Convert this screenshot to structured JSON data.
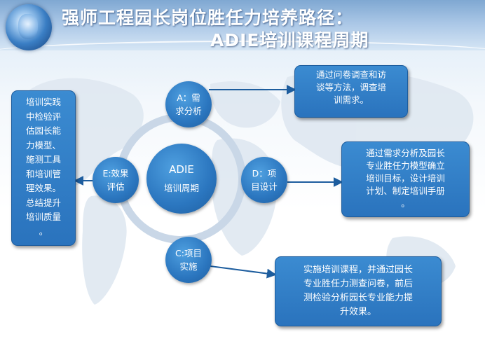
{
  "title": {
    "line1": "强师工程园长岗位胜任力培养路径：",
    "line2": "ADIE培训课程周期"
  },
  "diagram": {
    "center": {
      "line1": "ADIE",
      "line2": "培训周期"
    },
    "nodes": {
      "a": {
        "line1": "A：需",
        "line2": "求分析"
      },
      "d": {
        "line1": "D：项",
        "line2": "目设计"
      },
      "c": {
        "line1": "C:项目",
        "line2": "实施"
      },
      "e": {
        "line1": "E:效果",
        "line2": "评估"
      }
    },
    "descriptions": {
      "a": [
        "通过问卷调查和访",
        "谈等方法，调查培",
        "训需求。"
      ],
      "d": [
        "通过需求分析及园长",
        "专业胜任力模型确立",
        "培训目标，设计培训",
        "计划、制定培训手册",
        "。"
      ],
      "c": [
        "实施培训课程，并通过园长",
        "专业胜任力测查问卷，前后",
        "测检验分析园长专业能力提",
        "升效果。"
      ],
      "e": [
        "培训实践",
        "中检验评",
        "估园长能",
        "力模型、",
        "施测工具",
        "和培训管",
        "理效果。",
        "总结提升",
        "培训质量",
        "。"
      ]
    }
  },
  "colors": {
    "node_fill": "#2b76bf",
    "ring": "#c9d7e7",
    "box_fill": "#2a73bd",
    "title_text": "#ffffff"
  }
}
